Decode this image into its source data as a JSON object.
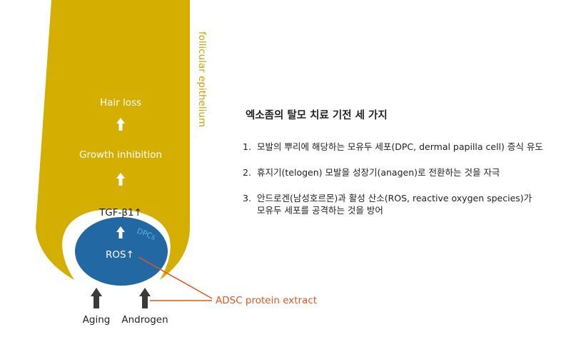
{
  "diagram": {
    "epithelium_label": "follicular epithelium",
    "nodes": {
      "hair_loss": "Hair loss",
      "growth_inhibition": "Growth inhibition",
      "tgf": "TGF-β1↑",
      "dpcs": "DPCs",
      "ros": "ROS↑"
    },
    "inputs": [
      "Aging",
      "Androgen"
    ],
    "intervention": "ADSC protein extract",
    "colors": {
      "follicle": "#d4ae00",
      "papilla": "#2268a3",
      "dpcs_label": "#5bb0e8",
      "intervention": "#e6531f",
      "arrow_dark": "#3a3a3a",
      "epithelium_label": "#c9a400"
    }
  },
  "panel": {
    "title": "엑소좀의 탈모 치료 기전 세 가지",
    "items": [
      {
        "number": "1.",
        "line1": "모발의 뿌리에 해당하는 모유두 세포(DPC, dermal papilla cell) 증식 유도",
        "line2": ""
      },
      {
        "number": "2.",
        "line1": "휴지기(telogen) 모발을 성장기(anagen)로 전환하는 것을 자극",
        "line2": ""
      },
      {
        "number": "3.",
        "line1": "안드로겐(남성호르몬)과 활성 산소(ROS, reactive oxygen species)가",
        "line2": "모유두 세포를 공격하는 것을 방어"
      }
    ]
  }
}
